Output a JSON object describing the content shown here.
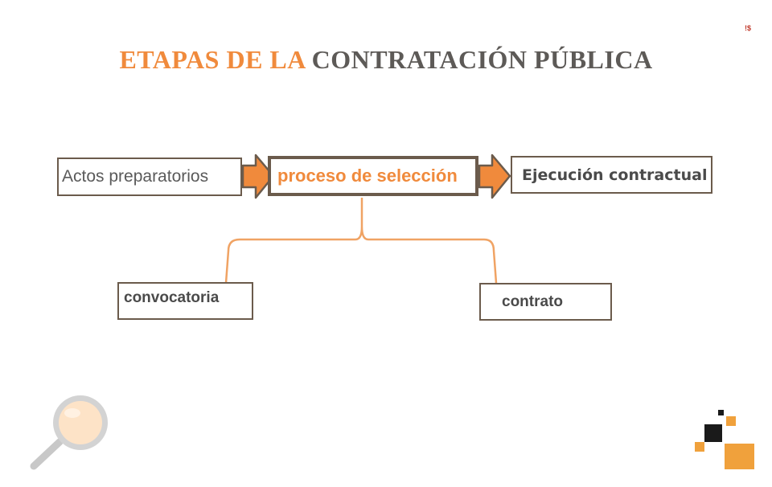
{
  "corner_mark": "!$",
  "title": {
    "part1": "ETAPAS DE LA",
    "part2": "CONTRATACIÓN PÚBLICA"
  },
  "flow": {
    "step1": "Actos preparatorios",
    "step2": "proceso de selección",
    "step3": "Ejecución contractual"
  },
  "children": {
    "left": "convocatoria",
    "right": "contrato"
  },
  "colors": {
    "accent": "#f08a3c",
    "title_gray": "#5d5a57",
    "border": "#6b5b4c"
  },
  "icons": [
    "magnifier-icon",
    "logo-squares-icon"
  ]
}
